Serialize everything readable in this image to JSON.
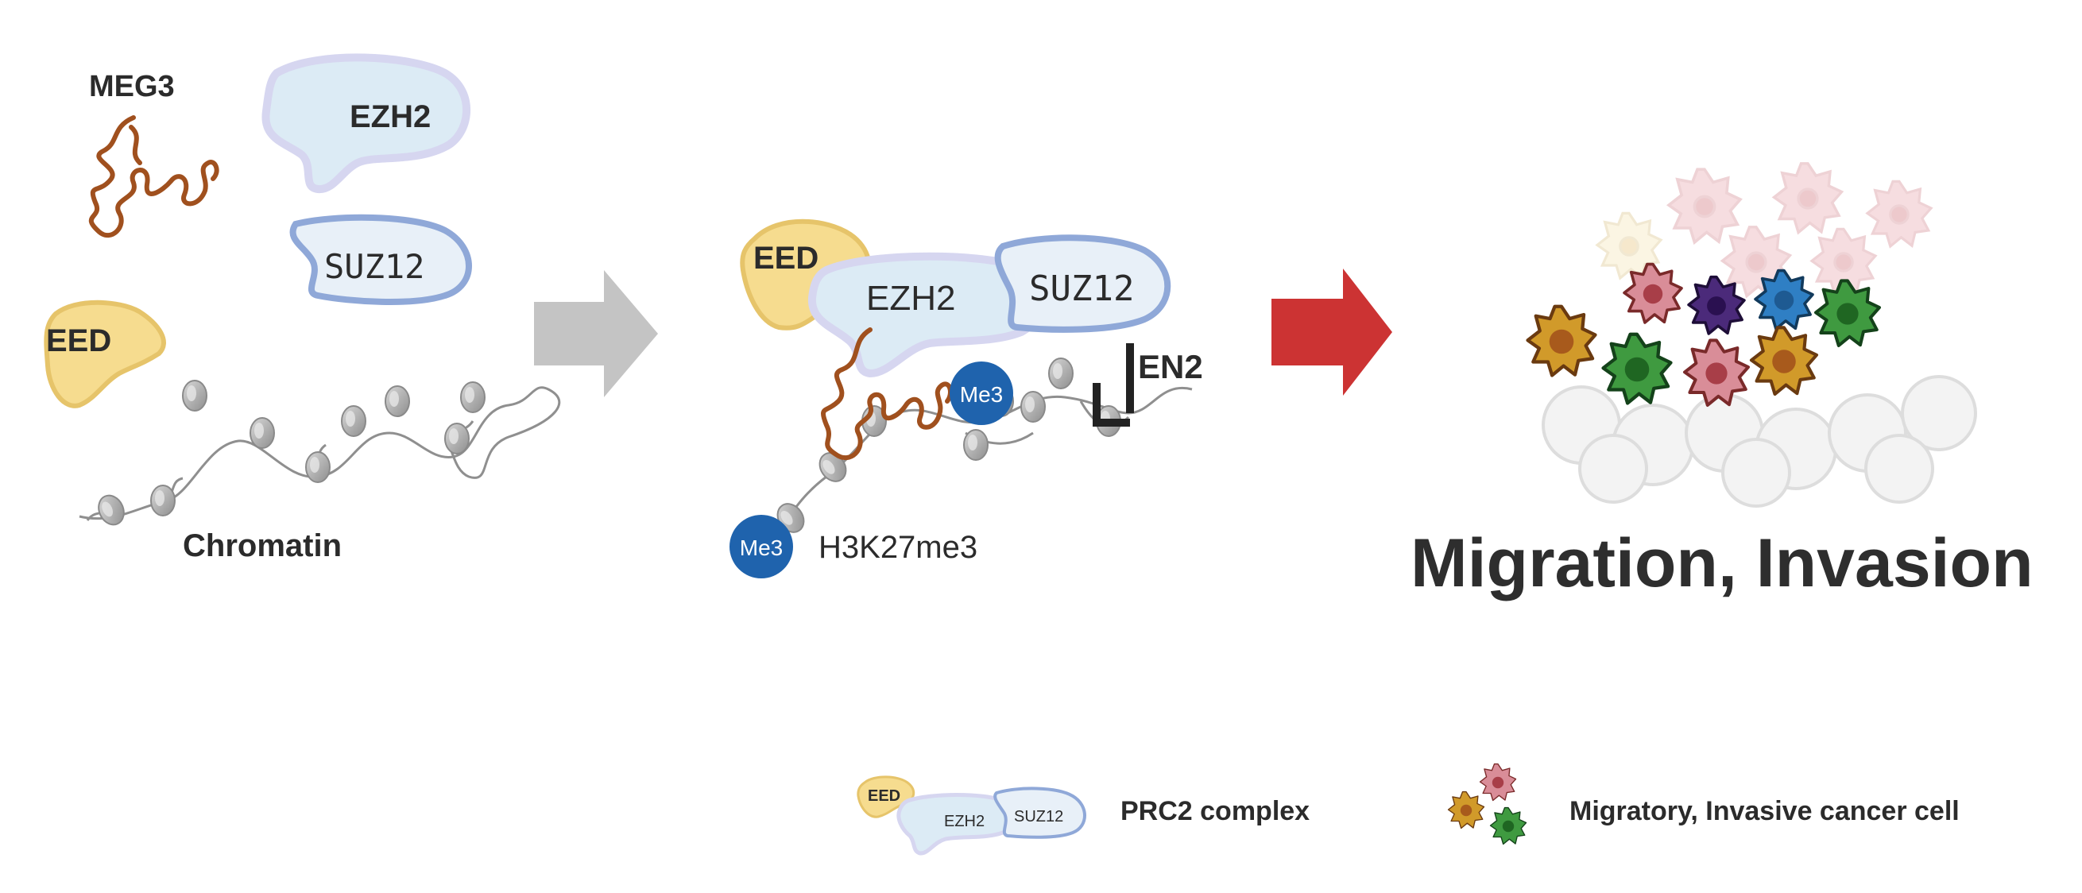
{
  "panel_left": {
    "meg3": "MEG3",
    "ezh2": "EZH2",
    "suz12": "SUZ12",
    "eed": "EED",
    "chromatin": "Chromatin"
  },
  "panel_middle": {
    "eed": "EED",
    "ezh2": "EZH2",
    "suz12": "SUZ12",
    "me3_marker": "Me3",
    "en2": "EN2",
    "h3k27me3": "H3K27me3"
  },
  "panel_right": {
    "title": "Migration, Invasion"
  },
  "legend": {
    "prc2_eed": "EED",
    "prc2_ezh2": "EZH2",
    "prc2_suz12": "SUZ12",
    "prc2_label": "PRC2 complex",
    "cancer_cell_label": "Migratory, Invasive cancer cell"
  },
  "colors": {
    "eed_fill": "#f6dc8f",
    "eed_stroke": "#e6c46a",
    "ezh2_fill": "#dcebf5",
    "suz12_stroke": "#8fa8d8",
    "meg3": "#a0501e",
    "me3_blue": "#1f63ad",
    "arrow_gray": "#c4c4c4",
    "arrow_red": "#cc3333",
    "nucleosome": "#9a9a9a"
  }
}
